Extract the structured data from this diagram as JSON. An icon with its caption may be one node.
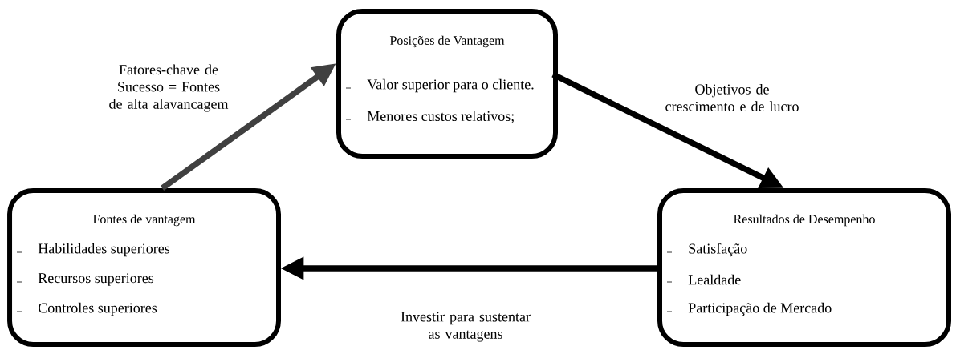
{
  "diagram": {
    "nodes": [
      {
        "text": [
          "Posições de Vantagem",
          "Valor superior para o cliente.",
          "Menores custos relativos;"
        ]
      },
      {
        "text": [
          "Fontes de vantagem",
          "Habilidades superiores",
          "Recursos superiores",
          "Controles superiores"
        ]
      },
      {
        "text": [
          "Resultados de Desempenho",
          "Satisfação",
          "Lealdade",
          "Participação de Mercado"
        ]
      }
    ],
    "edges": [
      {
        "from": 1,
        "to": 0,
        "arrow": "to",
        "label": "Fatores-chave de Sucesso = Fontes de alta alavancagem",
        "color": "#404040"
      },
      {
        "from": 0,
        "to": 2,
        "arrow": "to",
        "label": "Objetivos de crescimento e de lucro"
      },
      {
        "from": 2,
        "to": 1,
        "arrow": "to",
        "label": "Investir para sustentar as vantagens"
      }
    ]
  }
}
